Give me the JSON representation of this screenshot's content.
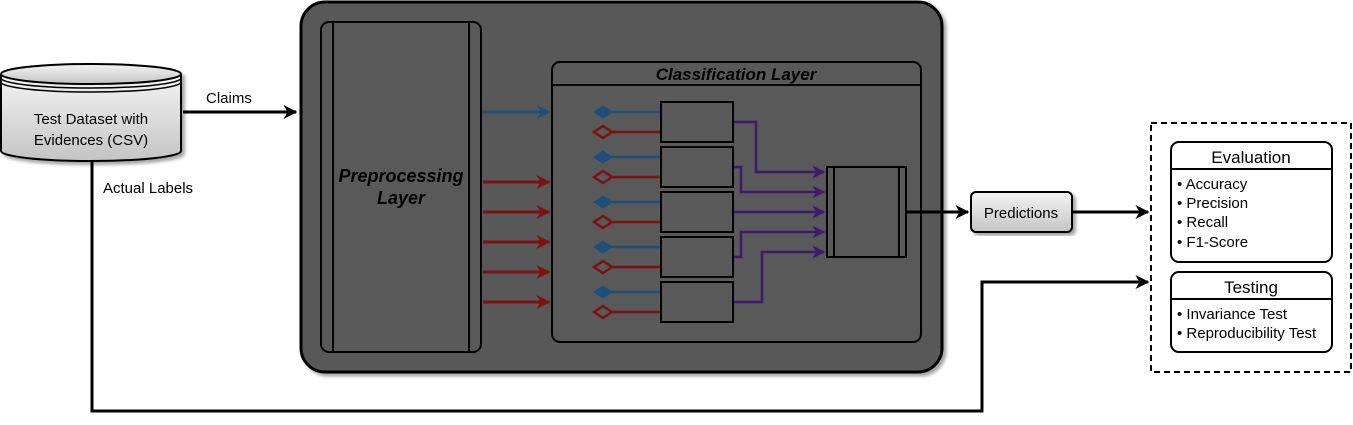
{
  "dataset": {
    "line1": "Test Dataset with",
    "line2": "Evidences (CSV)"
  },
  "edges": {
    "claims": "Claims",
    "actual_labels": "Actual Labels"
  },
  "preprocessing": {
    "line1": "Preprocessing",
    "line2": "Layer"
  },
  "classification": {
    "title": "Classification Layer"
  },
  "predictions": {
    "label": "Predictions"
  },
  "evaluation": {
    "title": "Evaluation",
    "items": [
      "• Accuracy",
      "• Precision",
      "• Recall",
      "• F1-Score"
    ]
  },
  "testing": {
    "title": "Testing",
    "items": [
      "• Invariance Test",
      "• Reproducibility Test"
    ]
  },
  "colors": {
    "container": "#595959",
    "blue_arrow": "#1f4e79",
    "red_arrow": "#7b1111",
    "purple_arrow": "#3d1a6e",
    "box_gradient_top": "#f4f4f4",
    "box_gradient_bottom": "#c8c8c8"
  }
}
